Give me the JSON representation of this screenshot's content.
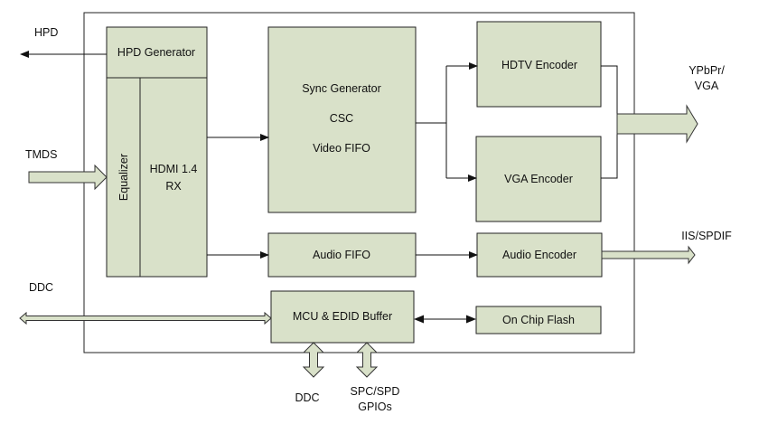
{
  "blocks": {
    "hpd_generator": "HPD Generator",
    "equalizer": "Equalizer",
    "hdmi_rx_line1": "HDMI 1.4",
    "hdmi_rx_line2": "RX",
    "sync_generator": "Sync Generator",
    "csc": "CSC",
    "video_fifo": "Video FIFO",
    "hdtv_encoder": "HDTV Encoder",
    "vga_encoder": "VGA Encoder",
    "audio_fifo": "Audio FIFO",
    "audio_encoder": "Audio Encoder",
    "mcu_edid_buffer": "MCU & EDID Buffer",
    "on_chip_flash": "On Chip Flash"
  },
  "signals": {
    "hpd": "HPD",
    "tmds": "TMDS",
    "ddc_left": "DDC",
    "ypbpr_line1": "YPbPr/",
    "ypbpr_line2": "VGA",
    "iis_spdif": "IIS/SPDIF",
    "ddc_bottom": "DDC",
    "spc_spd_line1": "SPC/SPD",
    "spc_spd_line2": "GPIOs"
  },
  "colors": {
    "block_fill": "#d9e1c9",
    "line": "#222222"
  }
}
